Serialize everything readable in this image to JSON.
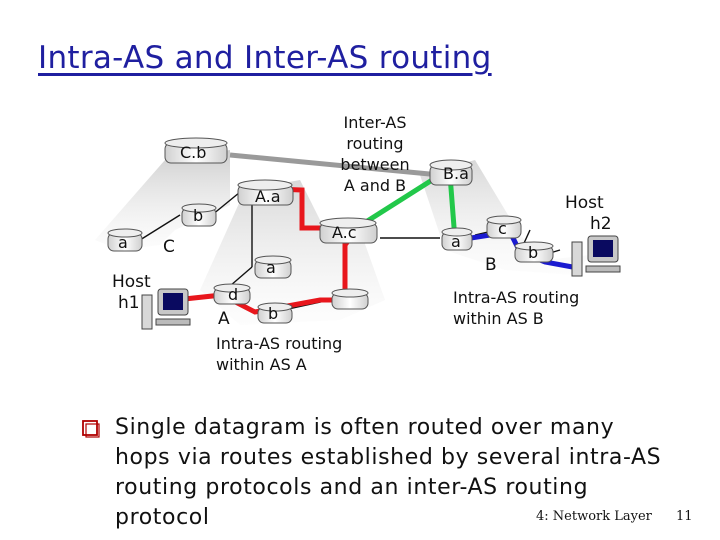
{
  "slide": {
    "title": "Intra-AS and Inter-AS routing",
    "footer": "4: Network Layer",
    "page_number": "11"
  },
  "diagram": {
    "routers": {
      "Cb": "C.b",
      "Aa": "A.a",
      "Ac": "A.c",
      "Ba": "B.a",
      "Ca": "a",
      "Cbb": "b",
      "A_a": "a",
      "A_b": "b",
      "A_d": "d",
      "B_a": "a",
      "B_c": "c",
      "B_b": "b"
    },
    "as_labels": {
      "C": "C",
      "A": "A",
      "B": "B"
    },
    "hosts": {
      "h1_line1": "Host",
      "h1_line2": "h1",
      "h2_line1": "Host",
      "h2_line2": "h2"
    },
    "annotations": {
      "inter_as": [
        "Inter-AS",
        "routing",
        "between",
        "A and B"
      ],
      "intra_a": [
        "Intra-AS routing",
        "within AS A"
      ],
      "intra_b": [
        "Intra-AS routing",
        "within AS B"
      ]
    },
    "colors": {
      "inter_as_path": "#22c84a",
      "intra_a_path": "#e8161c",
      "intra_b_path": "#1a1ad0",
      "link": "#111111",
      "gray_link": "#9a9a9a"
    }
  },
  "bullet": {
    "text": "Single datagram is often routed over many hops via routes established by several intra-AS routing protocols and an inter-AS routing protocol"
  }
}
